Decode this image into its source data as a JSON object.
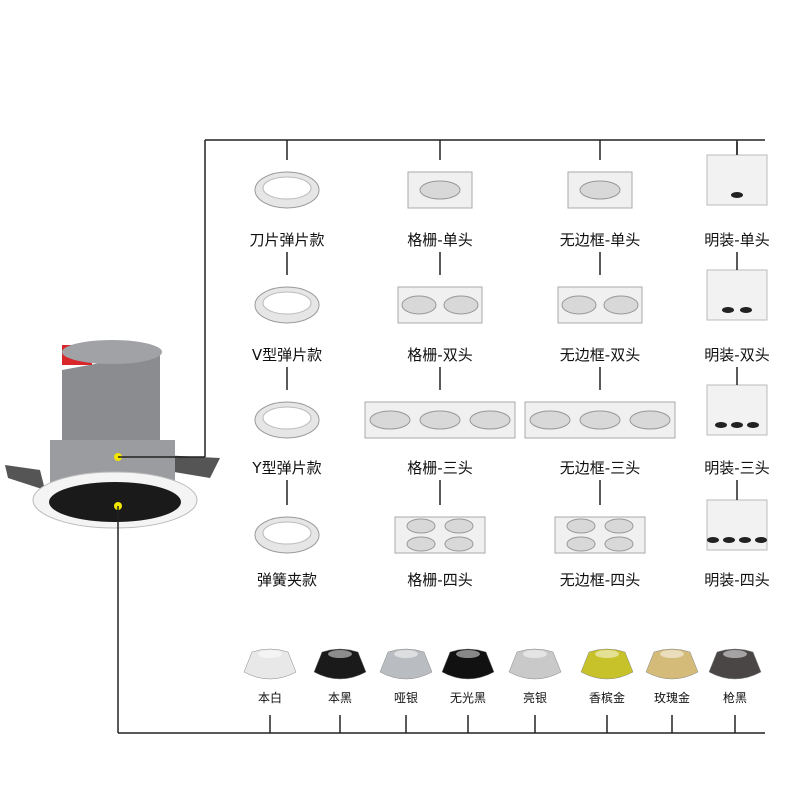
{
  "variants": [
    [
      "刀片弹片款",
      "格栅-单头",
      "无边框-单头",
      "明装-单头"
    ],
    [
      "V型弹片款",
      "格栅-双头",
      "无边框-双头",
      "明装-双头"
    ],
    [
      "Y型弹片款",
      "格栅-三头",
      "无边框-三头",
      "明装-三头"
    ],
    [
      "弹簧夹款",
      "格栅-四头",
      "无边框-四头",
      "明装-四头"
    ]
  ],
  "finishes": [
    {
      "label": "本白",
      "color": "#e8e8e8"
    },
    {
      "label": "本黑",
      "color": "#1a1a1a"
    },
    {
      "label": "哑银",
      "color": "#b9bcc0"
    },
    {
      "label": "无光黑",
      "color": "#111111"
    },
    {
      "label": "亮银",
      "color": "#c9c9c9"
    },
    {
      "label": "香槟金",
      "color": "#c8c22a"
    },
    {
      "label": "玫瑰金",
      "color": "#d4bb7a"
    },
    {
      "label": "枪黑",
      "color": "#4a4646"
    }
  ],
  "colors": {
    "line": "#222222",
    "dot": "#f2e600",
    "body": "#8a8c8f",
    "accent": "#d8262b"
  }
}
